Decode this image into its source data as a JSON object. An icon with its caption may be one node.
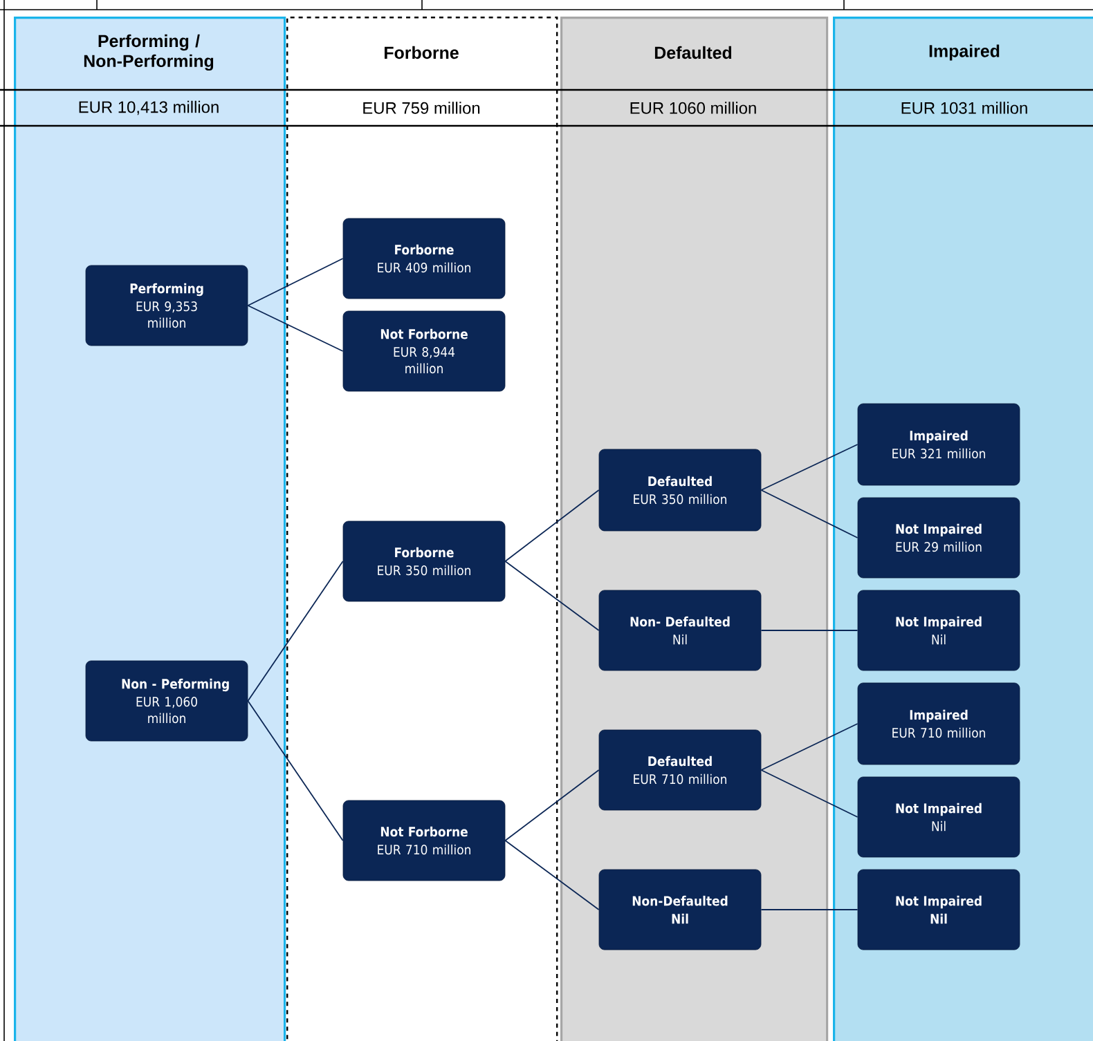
{
  "diagram": {
    "nodes": [
      {
        "text": [
          "Performing / Non-Performing",
          "EUR 10,413 million"
        ]
      },
      {
        "text": [
          "Forborne",
          "EUR 759 million"
        ]
      },
      {
        "text": [
          "Defaulted",
          "EUR 1060 million"
        ]
      },
      {
        "text": [
          "Impaired",
          "EUR 1031 million"
        ]
      },
      {
        "text": [
          "Performing",
          "EUR 9,353 million"
        ],
        "in": 0
      },
      {
        "text": [
          "Non - Peforming",
          "EUR 1,060 million"
        ],
        "in": 0
      },
      {
        "text": [
          "Forborne",
          "EUR 409 million"
        ],
        "in": 1
      },
      {
        "text": [
          "Not Forborne",
          "EUR 8,944 million"
        ],
        "in": 1
      },
      {
        "text": [
          "Forborne",
          "EUR 350 million"
        ],
        "in": 1
      },
      {
        "text": [
          "Not Forborne",
          "EUR 710 million"
        ],
        "in": 1
      },
      {
        "text": [
          "Defaulted",
          "EUR 350 million"
        ],
        "in": 2
      },
      {
        "text": [
          "Non- Defaulted",
          "Nil"
        ],
        "in": 2
      },
      {
        "text": [
          "Defaulted",
          "EUR 710 million"
        ],
        "in": 2
      },
      {
        "text": [
          "Non-Defaulted",
          "**Nil**"
        ],
        "in": 2
      },
      {
        "text": [
          "Impaired",
          "EUR 321 million"
        ],
        "in": 3
      },
      {
        "text": [
          "Not Impaired",
          "EUR 29 million"
        ],
        "in": 3
      },
      {
        "text": [
          "Not Impaired",
          "Nil"
        ],
        "in": 3
      },
      {
        "text": [
          "Impaired",
          "EUR 710 million"
        ],
        "in": 3
      },
      {
        "text": [
          "Not Impaired",
          "Nil"
        ],
        "in": 3
      },
      {
        "text": [
          "Not Impaired",
          "**Nil**"
        ],
        "in": 3
      }
    ],
    "edges": [
      {
        "from": 4,
        "to": 6,
        "arrow": "none"
      },
      {
        "from": 4,
        "to": 7,
        "arrow": "none"
      },
      {
        "from": 5,
        "to": 8,
        "arrow": "none"
      },
      {
        "from": 5,
        "to": 9,
        "arrow": "none"
      },
      {
        "from": 8,
        "to": 10,
        "arrow": "none"
      },
      {
        "from": 8,
        "to": 11,
        "arrow": "none"
      },
      {
        "from": 9,
        "to": 12,
        "arrow": "none"
      },
      {
        "from": 9,
        "to": 13,
        "arrow": "none"
      },
      {
        "from": 10,
        "to": 14,
        "arrow": "none"
      },
      {
        "from": 10,
        "to": 15,
        "arrow": "none"
      },
      {
        "from": 11,
        "to": 16,
        "arrow": "none"
      },
      {
        "from": 12,
        "to": 17,
        "arrow": "none"
      },
      {
        "from": 12,
        "to": 18,
        "arrow": "none"
      },
      {
        "from": 13,
        "to": 19,
        "arrow": "none"
      }
    ]
  }
}
